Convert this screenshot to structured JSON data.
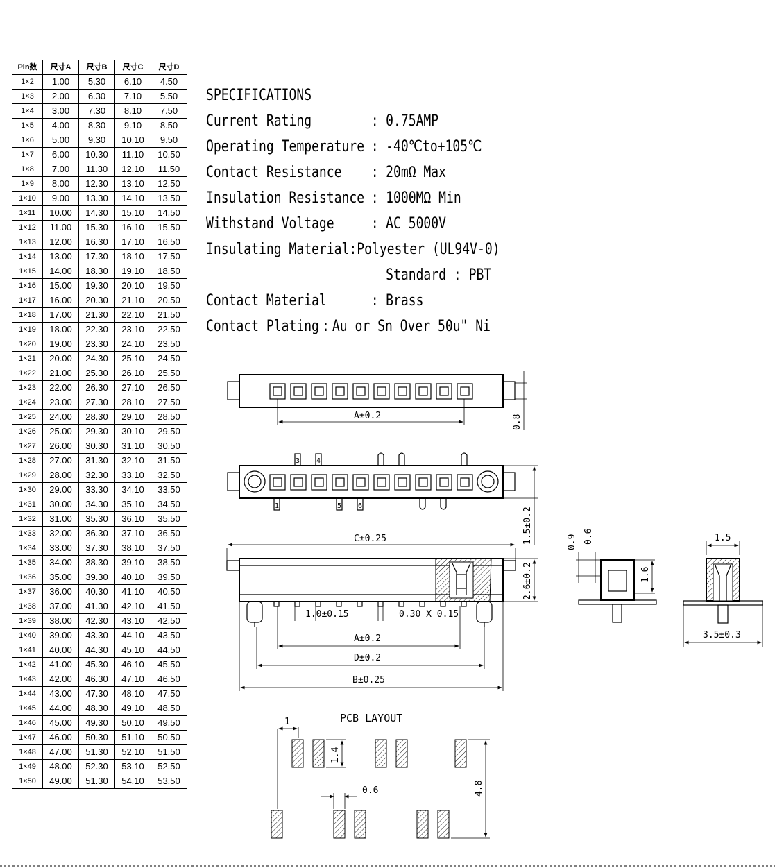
{
  "table": {
    "headers": [
      "Pin数",
      "尺寸A",
      "尺寸B",
      "尺寸C",
      "尺寸D"
    ],
    "rows": [
      [
        "1×2",
        "1.00",
        "5.30",
        "6.10",
        "4.50"
      ],
      [
        "1×3",
        "2.00",
        "6.30",
        "7.10",
        "5.50"
      ],
      [
        "1×4",
        "3.00",
        "7.30",
        "8.10",
        "7.50"
      ],
      [
        "1×5",
        "4.00",
        "8.30",
        "9.10",
        "8.50"
      ],
      [
        "1×6",
        "5.00",
        "9.30",
        "10.10",
        "9.50"
      ],
      [
        "1×7",
        "6.00",
        "10.30",
        "11.10",
        "10.50"
      ],
      [
        "1×8",
        "7.00",
        "11.30",
        "12.10",
        "11.50"
      ],
      [
        "1×9",
        "8.00",
        "12.30",
        "13.10",
        "12.50"
      ],
      [
        "1×10",
        "9.00",
        "13.30",
        "14.10",
        "13.50"
      ],
      [
        "1×11",
        "10.00",
        "14.30",
        "15.10",
        "14.50"
      ],
      [
        "1×12",
        "11.00",
        "15.30",
        "16.10",
        "15.50"
      ],
      [
        "1×13",
        "12.00",
        "16.30",
        "17.10",
        "16.50"
      ],
      [
        "1×14",
        "13.00",
        "17.30",
        "18.10",
        "17.50"
      ],
      [
        "1×15",
        "14.00",
        "18.30",
        "19.10",
        "18.50"
      ],
      [
        "1×16",
        "15.00",
        "19.30",
        "20.10",
        "19.50"
      ],
      [
        "1×17",
        "16.00",
        "20.30",
        "21.10",
        "20.50"
      ],
      [
        "1×18",
        "17.00",
        "21.30",
        "22.10",
        "21.50"
      ],
      [
        "1×19",
        "18.00",
        "22.30",
        "23.10",
        "22.50"
      ],
      [
        "1×20",
        "19.00",
        "23.30",
        "24.10",
        "23.50"
      ],
      [
        "1×21",
        "20.00",
        "24.30",
        "25.10",
        "24.50"
      ],
      [
        "1×22",
        "21.00",
        "25.30",
        "26.10",
        "25.50"
      ],
      [
        "1×23",
        "22.00",
        "26.30",
        "27.10",
        "26.50"
      ],
      [
        "1×24",
        "23.00",
        "27.30",
        "28.10",
        "27.50"
      ],
      [
        "1×25",
        "24.00",
        "28.30",
        "29.10",
        "28.50"
      ],
      [
        "1×26",
        "25.00",
        "29.30",
        "30.10",
        "29.50"
      ],
      [
        "1×27",
        "26.00",
        "30.30",
        "31.10",
        "30.50"
      ],
      [
        "1×28",
        "27.00",
        "31.30",
        "32.10",
        "31.50"
      ],
      [
        "1×29",
        "28.00",
        "32.30",
        "33.10",
        "32.50"
      ],
      [
        "1×30",
        "29.00",
        "33.30",
        "34.10",
        "33.50"
      ],
      [
        "1×31",
        "30.00",
        "34.30",
        "35.10",
        "34.50"
      ],
      [
        "1×32",
        "31.00",
        "35.30",
        "36.10",
        "35.50"
      ],
      [
        "1×33",
        "32.00",
        "36.30",
        "37.10",
        "36.50"
      ],
      [
        "1×34",
        "33.00",
        "37.30",
        "38.10",
        "37.50"
      ],
      [
        "1×35",
        "34.00",
        "38.30",
        "39.10",
        "38.50"
      ],
      [
        "1×36",
        "35.00",
        "39.30",
        "40.10",
        "39.50"
      ],
      [
        "1×37",
        "36.00",
        "40.30",
        "41.10",
        "40.50"
      ],
      [
        "1×38",
        "37.00",
        "41.30",
        "42.10",
        "41.50"
      ],
      [
        "1×39",
        "38.00",
        "42.30",
        "43.10",
        "42.50"
      ],
      [
        "1×40",
        "39.00",
        "43.30",
        "44.10",
        "43.50"
      ],
      [
        "1×41",
        "40.00",
        "44.30",
        "45.10",
        "44.50"
      ],
      [
        "1×42",
        "41.00",
        "45.30",
        "46.10",
        "45.50"
      ],
      [
        "1×43",
        "42.00",
        "46.30",
        "47.10",
        "46.50"
      ],
      [
        "1×44",
        "43.00",
        "47.30",
        "48.10",
        "47.50"
      ],
      [
        "1×45",
        "44.00",
        "48.30",
        "49.10",
        "48.50"
      ],
      [
        "1×46",
        "45.00",
        "49.30",
        "50.10",
        "49.50"
      ],
      [
        "1×47",
        "46.00",
        "50.30",
        "51.10",
        "50.50"
      ],
      [
        "1×48",
        "47.00",
        "51.30",
        "52.10",
        "51.50"
      ],
      [
        "1×49",
        "48.00",
        "52.30",
        "53.10",
        "52.50"
      ],
      [
        "1×50",
        "49.00",
        "51.30",
        "54.10",
        "53.50"
      ]
    ]
  },
  "specs": {
    "title": "SPECIFICATIONS",
    "colon": ":",
    "items": [
      {
        "label": "Current Rating",
        "value": "0.75AMP"
      },
      {
        "label": "Operating Temperature",
        "value": "-40℃to+105℃"
      },
      {
        "label": "Contact Resistance",
        "value": "20mΩ  Max"
      },
      {
        "label": "Insulation Resistance",
        "value": "1000MΩ  Min"
      },
      {
        "label": "Withstand Voltage",
        "value": "AC 5000V"
      },
      {
        "label": "Insulating Material",
        "value": "Polyester (UL94V-0)"
      },
      {
        "label": "Contact Material",
        "value": "Brass"
      },
      {
        "label": "Contact Plating",
        "value": "Au or Sn Over 50u\" Ni"
      }
    ],
    "extra_line": "Standard : PBT"
  },
  "drawing": {
    "dim_a": "A±0.2",
    "dim_b": "B±0.25",
    "dim_c": "C±0.25",
    "dim_d": "D±0.2",
    "dim_08": "0.8",
    "dim_15_02": "1.5±0.2",
    "dim_26_02": "2.6±0.2",
    "dim_pitch": "1.0±0.15",
    "dim_pin": "0.30 X 0.15",
    "dim_09": "0.9",
    "dim_06": "0.6",
    "dim_16": "1.6",
    "dim_15": "1.5",
    "dim_35_03": "3.5±0.3",
    "pin_labels": [
      "1",
      "3",
      "4",
      "5",
      "6"
    ],
    "pcb_title": "PCB LAYOUT",
    "pcb_1": "1",
    "pcb_14": "1.4",
    "pcb_06": "0.6",
    "pcb_48": "4.8"
  }
}
